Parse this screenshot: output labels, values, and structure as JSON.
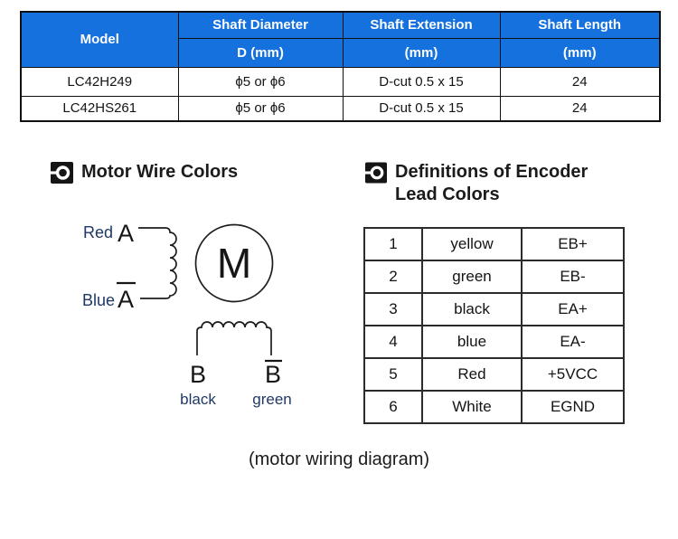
{
  "colors": {
    "table_header_blue": "#1571DE",
    "border_dark": "#101010",
    "wire_label_navy": "#1f3864",
    "diagram_line": "#1c1c1c"
  },
  "spec_table": {
    "header": {
      "model": "Model",
      "shaft_diameter": "Shaft Diameter",
      "shaft_diameter_unit": "D (mm)",
      "shaft_extension": "Shaft Extension",
      "shaft_extension_unit": "(mm)",
      "shaft_length": "Shaft Length",
      "shaft_length_unit": "(mm)"
    },
    "rows": [
      [
        "LC42H249",
        "ϕ5 or ϕ6",
        "D-cut 0.5 x 15",
        "24"
      ],
      [
        "LC42HS261",
        "ϕ5 or ϕ6",
        "D-cut 0.5 x 15",
        "24"
      ]
    ]
  },
  "sections": {
    "motor_wire_title": "Motor Wire Colors",
    "encoder_title": "Definitions of Encoder Lead Colors"
  },
  "diagram": {
    "phase_a_color": "Red",
    "phase_a_bar_color": "Blue",
    "terminal_a": "A",
    "terminal_a_bar": "A",
    "motor_symbol": "M",
    "terminal_b": "B",
    "terminal_b_bar": "B",
    "phase_b_color": "black",
    "phase_b_bar_color": "green"
  },
  "encoder_table": {
    "rows": [
      {
        "pin": "1",
        "color": "yellow",
        "signal": "EB+"
      },
      {
        "pin": "2",
        "color": "green",
        "signal": "EB-"
      },
      {
        "pin": "3",
        "color": "black",
        "signal": "EA+"
      },
      {
        "pin": "4",
        "color": "blue",
        "signal": "EA-"
      },
      {
        "pin": "5",
        "color": "Red",
        "signal": "+5VCC"
      },
      {
        "pin": "6",
        "color": "White",
        "signal": "EGND"
      }
    ]
  },
  "caption": "(motor wiring diagram)"
}
